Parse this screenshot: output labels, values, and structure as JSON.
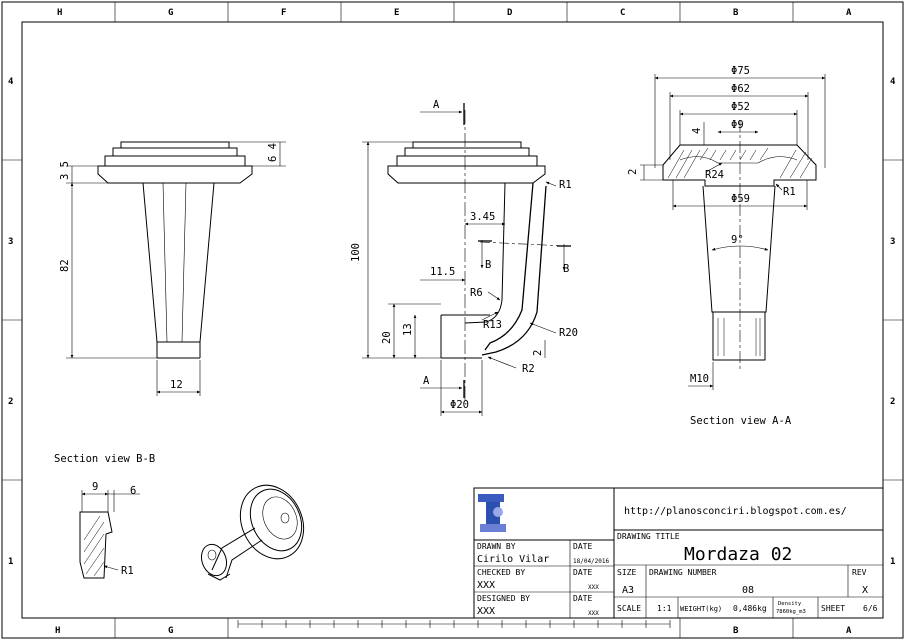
{
  "border": {
    "top_letters": [
      "H",
      "G",
      "F",
      "E",
      "D",
      "C",
      "B",
      "A"
    ],
    "bottom_letters": [
      "H",
      "G",
      "B",
      "A"
    ],
    "side_numbers": [
      "4",
      "3",
      "2",
      "1"
    ]
  },
  "front_view": {
    "dims": [
      "3 5",
      "6 4",
      "82",
      "12"
    ]
  },
  "center_view": {
    "dims": [
      "100",
      "20",
      "13",
      "3.45",
      "11.5",
      "R6",
      "R13",
      "R20",
      "R2",
      "2",
      "R1",
      "Φ20"
    ],
    "section_marks": [
      "A",
      "A",
      "B",
      "B"
    ]
  },
  "section_aa": {
    "title": "Section view A-A",
    "dims": [
      "Φ75",
      "Φ62",
      "Φ52",
      "Φ9",
      "4",
      "2",
      "R24",
      "R1",
      "Φ59",
      "9°",
      "M10"
    ]
  },
  "section_bb": {
    "title": "Section view B-B",
    "dims": [
      "9",
      "6",
      "R1"
    ]
  },
  "title_block": {
    "url": "http://planosconciri.blogspot.com.es/",
    "drawing_title_label": "DRAWING TITLE",
    "drawing_title": "Mordaza 02",
    "drawn_by_label": "DRAWN BY",
    "drawn_by": "Cirilo Vilar",
    "date_label": "DATE",
    "drawn_date": "18/04/2016",
    "checked_by_label": "CHECKED BY",
    "checked_by": "XXX",
    "checked_date": "XXX",
    "designed_by_label": "DESIGNED BY",
    "designed_by": "XXX",
    "designed_date": "XXX",
    "size_label": "SIZE",
    "size": "A3",
    "drawing_number_label": "DRAWING NUMBER",
    "drawing_number": "08",
    "rev_label": "REV",
    "rev": "X",
    "scale_label": "SCALE",
    "scale": "1:1",
    "weight_label": "WEIGHT(kg)",
    "weight": "0,486kg",
    "density_label": "Density",
    "density": "7860kg_m3",
    "sheet_label": "SHEET",
    "sheet": "6/6"
  }
}
